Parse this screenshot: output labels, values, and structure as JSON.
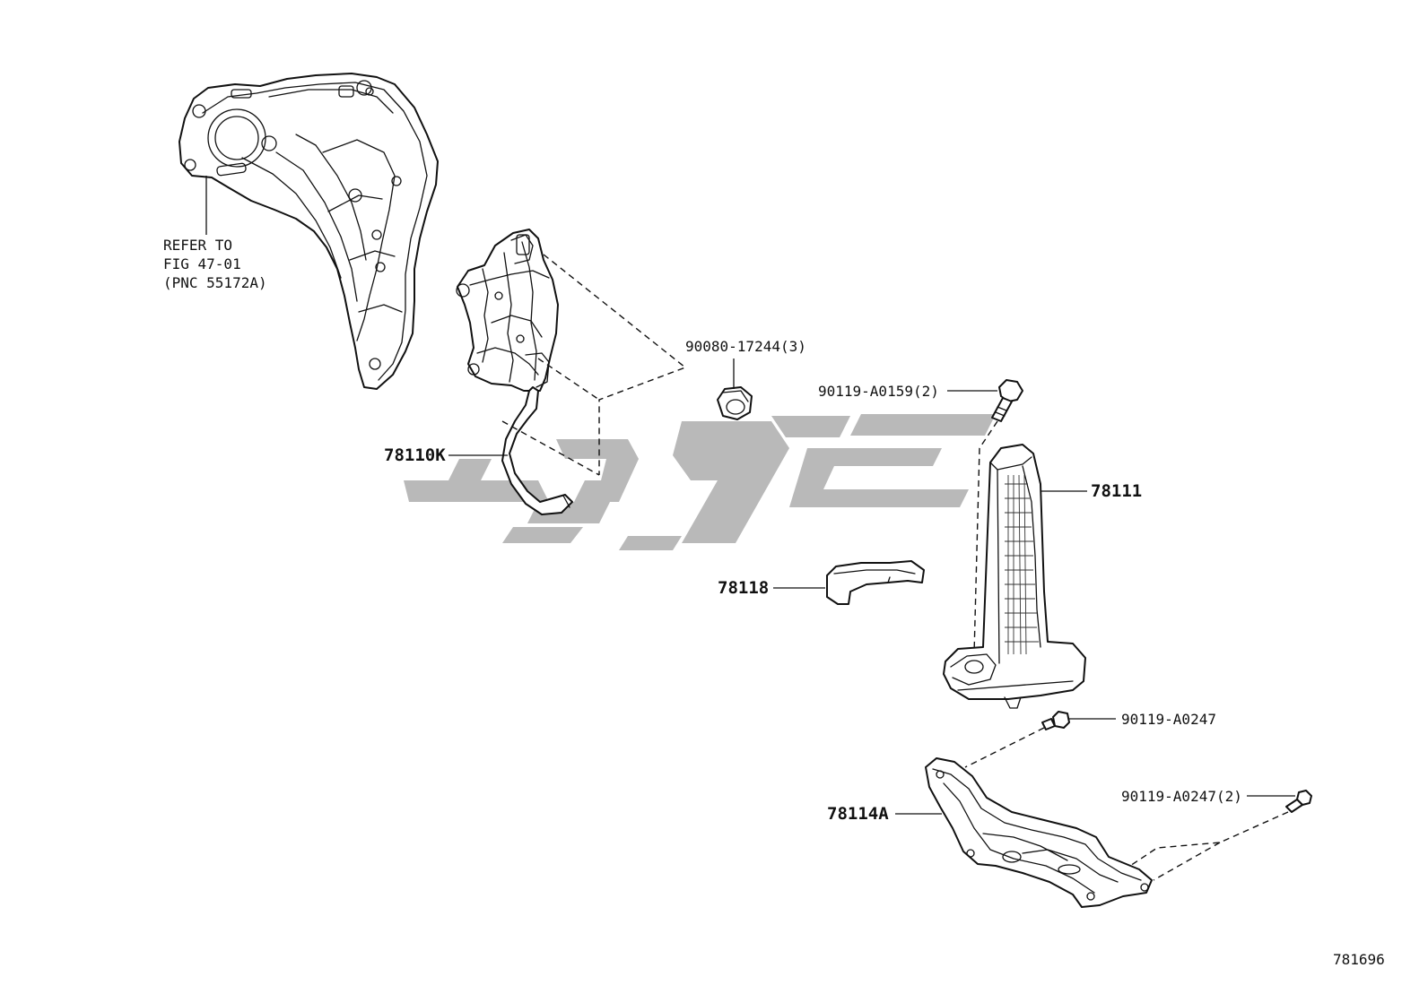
{
  "labels": {
    "refer_line1": "REFER TO",
    "refer_line2": "FIG 47-01",
    "refer_line3": "(PNC 55172A)",
    "part_78110k": "78110K",
    "part_90080": "90080-17244(3)",
    "part_90119_a0159": "90119-A0159(2)",
    "part_78111": "78111",
    "part_78118": "78118",
    "part_90119_a0247": "90119-A0247",
    "part_78114a": "78114A",
    "part_90119_a0247_2": "90119-A0247(2)",
    "figure_number": "781696"
  },
  "watermark": "logo-watermark"
}
